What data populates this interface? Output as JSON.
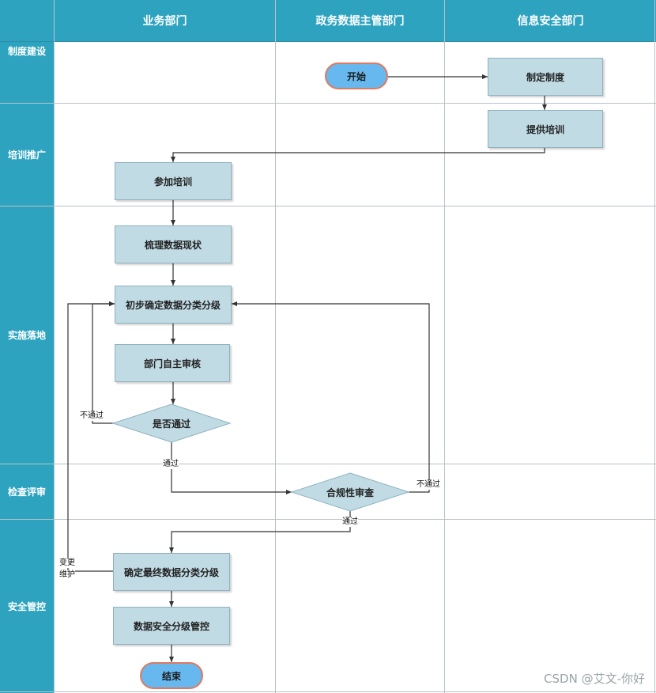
{
  "columns": {
    "business": "业务部门",
    "gov_data": "政务数据主管部门",
    "info_sec": "信息安全部门"
  },
  "lanes": {
    "policy": "制度建设",
    "training": "培训推广",
    "implementation": "实施落地",
    "review": "检查评审",
    "security": "安全管控"
  },
  "nodes": {
    "start": "开始",
    "make_policy": "制定制度",
    "provide_training": "提供培训",
    "attend_training": "参加培训",
    "sort_data": "梳理数据现状",
    "preliminary_classify": "初步确定数据分类分级",
    "self_review": "部门自主审核",
    "passed_decision": "是否通过",
    "compliance_review": "合规性审查",
    "final_classify": "确定最终数据分类分级",
    "security_control": "数据安全分级管控",
    "end": "结束"
  },
  "edge_labels": {
    "not_passed_1": "不通过",
    "passed_1": "通过",
    "not_passed_2": "不通过",
    "passed_2": "通过",
    "change_1": "变更",
    "change_2": "维护"
  },
  "watermark": "CSDN @艾文-你好",
  "colors": {
    "header": "#2ea3bf",
    "box_fill": "#c0dbe4",
    "terminal_fill": "#66b8ee",
    "terminal_border": "#e07a5f",
    "grid": "#b8c2c6"
  }
}
